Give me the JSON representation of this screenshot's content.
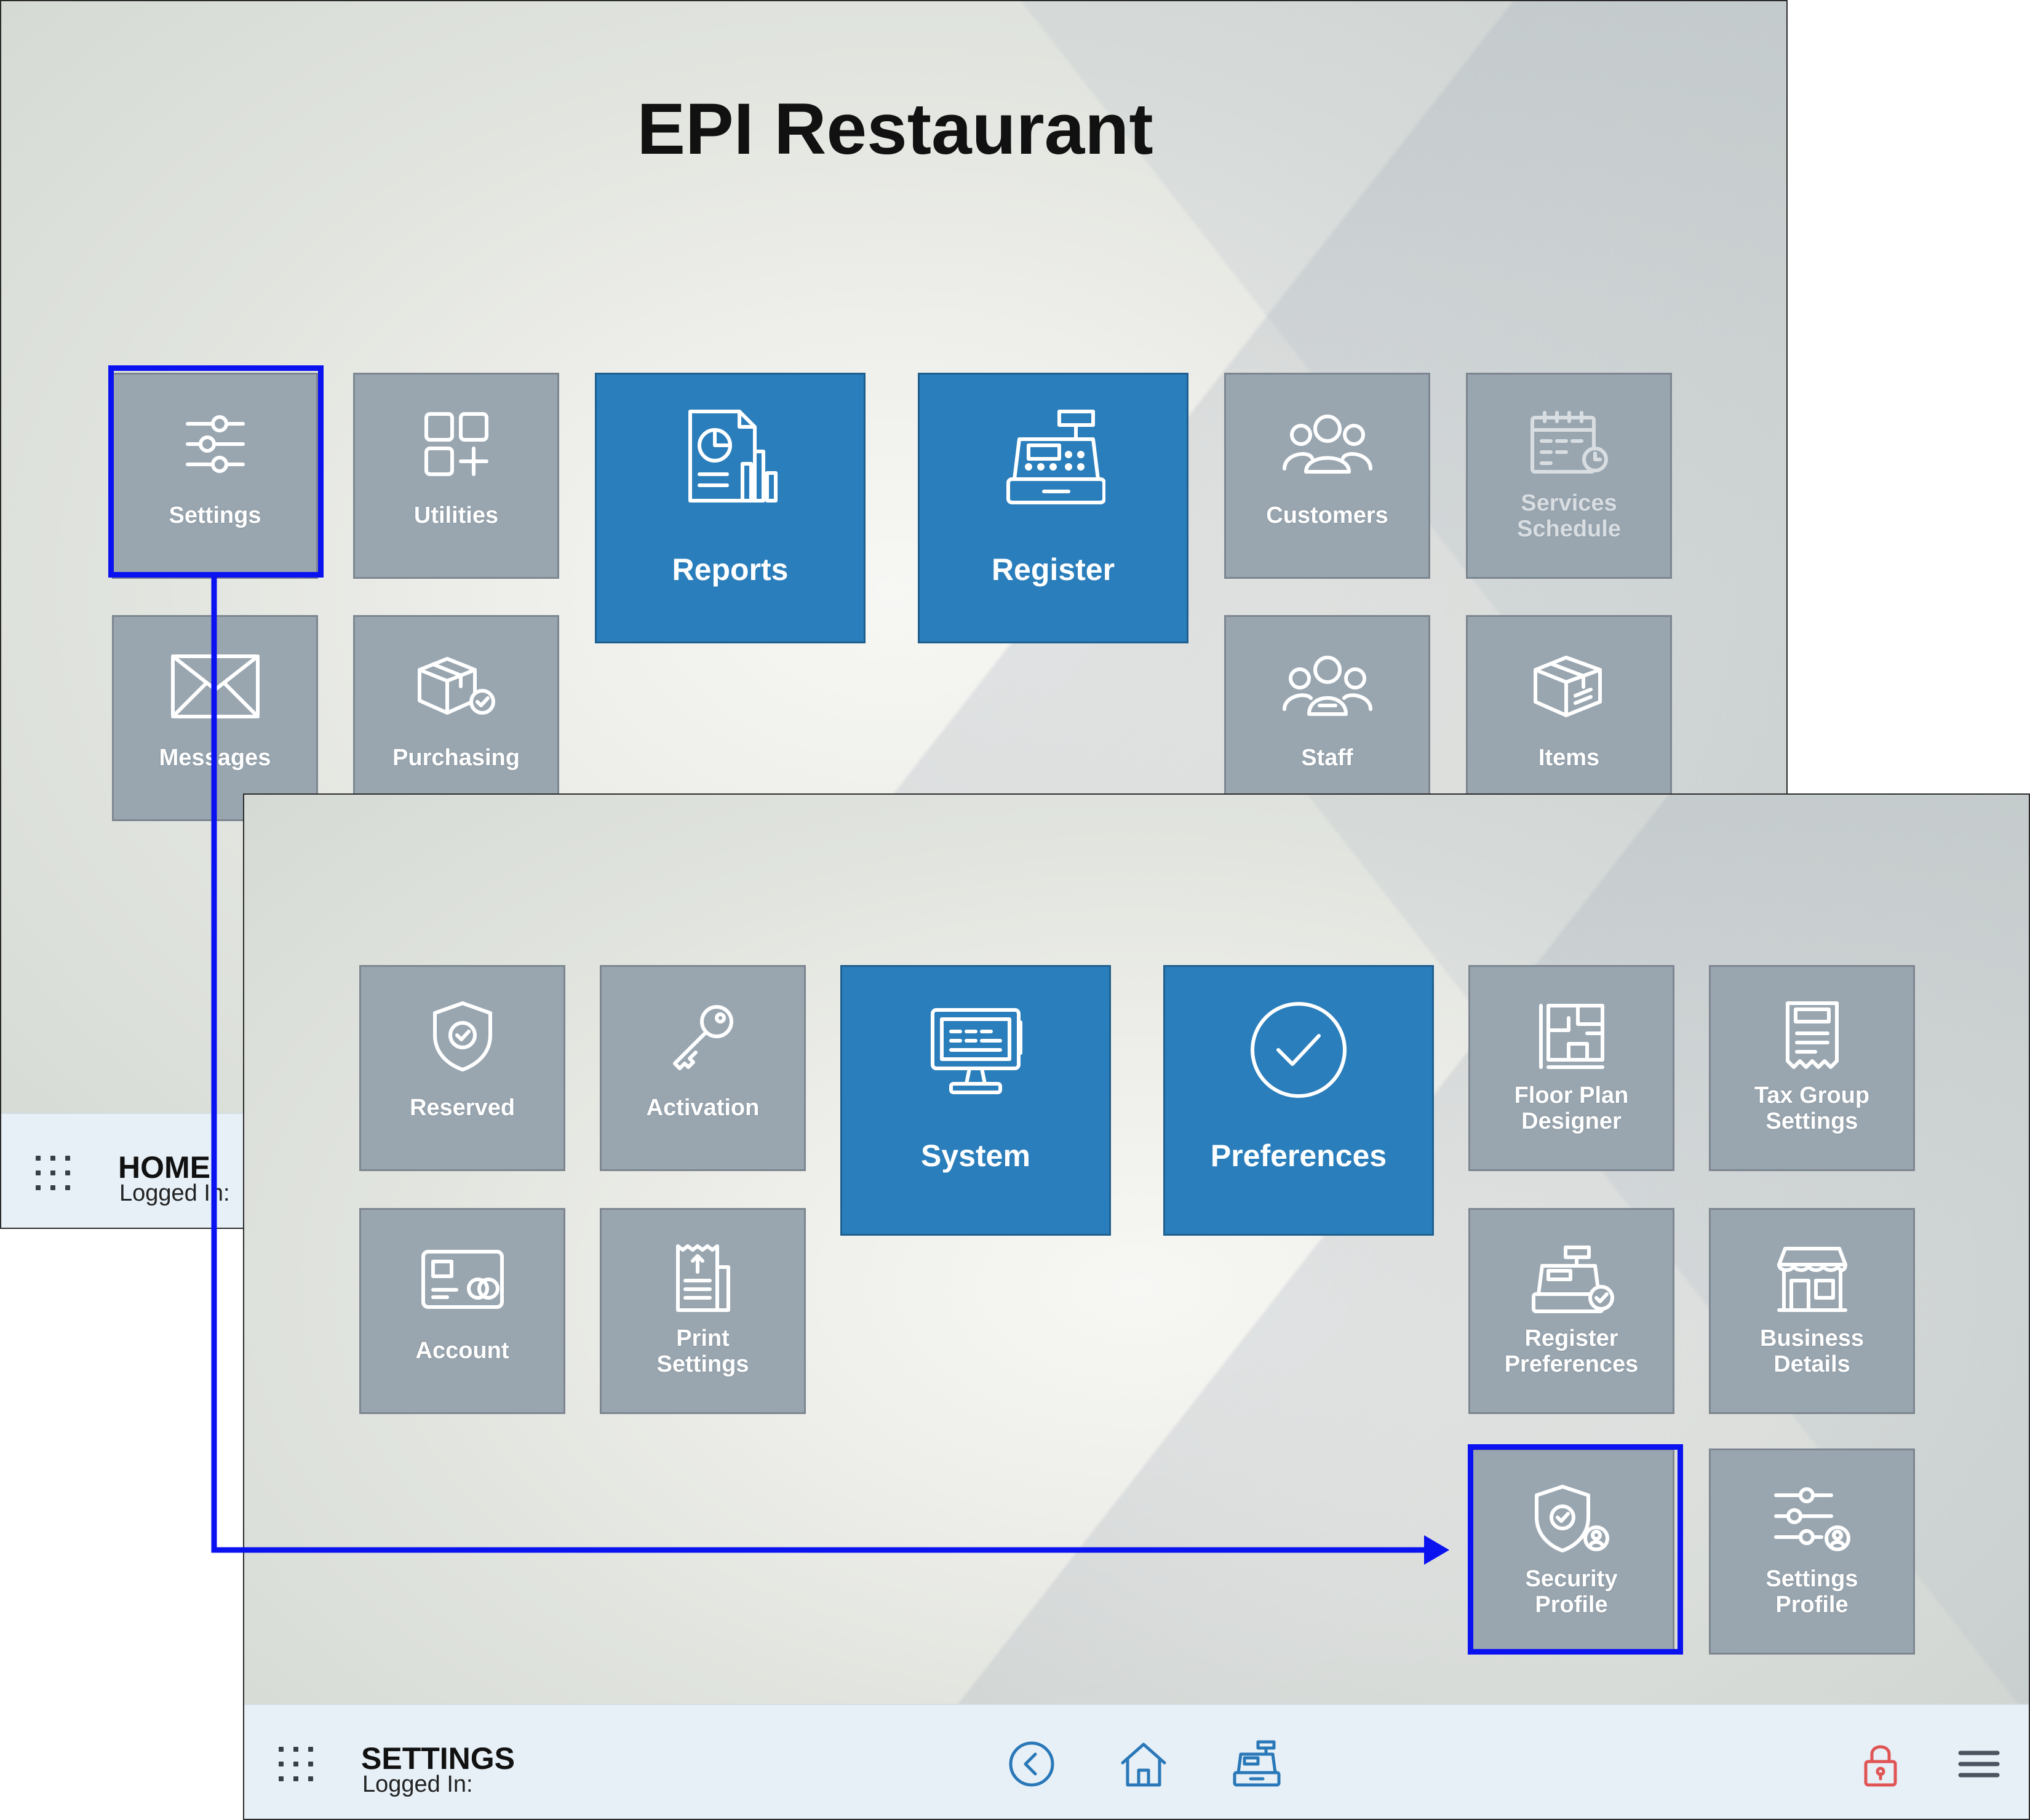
{
  "home": {
    "title": "EPI Restaurant",
    "tiles": {
      "settings": "Settings",
      "utilities": "Utilities",
      "reports": "Reports",
      "register": "Register",
      "customers": "Customers",
      "services_schedule": [
        "Services",
        "Schedule"
      ],
      "messages": "Messages",
      "purchasing": "Purchasing",
      "staff": "Staff",
      "items": "Items"
    },
    "statusbar": {
      "title": "HOME",
      "logged_in_label": "Logged In:"
    }
  },
  "settings": {
    "tiles": {
      "reserved": "Reserved",
      "activation": "Activation",
      "system": "System",
      "preferences": "Preferences",
      "floor_plan_designer": [
        "Floor Plan",
        "Designer"
      ],
      "tax_group_settings": [
        "Tax Group",
        "Settings"
      ],
      "account": "Account",
      "print_settings": [
        "Print",
        "Settings"
      ],
      "register_preferences": [
        "Register",
        "Preferences"
      ],
      "business_details": [
        "Business",
        "Details"
      ],
      "security_profile": [
        "Security",
        "Profile"
      ],
      "settings_profile": [
        "Settings",
        "Profile"
      ]
    },
    "statusbar": {
      "title": "SETTINGS",
      "logged_in_label": "Logged In:"
    }
  },
  "icons": {
    "status_nav": [
      "back-icon",
      "home-icon",
      "register-icon"
    ],
    "status_right": [
      "lock-icon",
      "hamburger-menu-icon"
    ]
  },
  "colors": {
    "tile_gray": "#99a6b0",
    "tile_blue": "#2a7ebb",
    "highlight": "#0a12f0",
    "statusbar": "#e7f0f7",
    "nav_icon": "#2a78b8",
    "lock_icon": "#e05454"
  }
}
